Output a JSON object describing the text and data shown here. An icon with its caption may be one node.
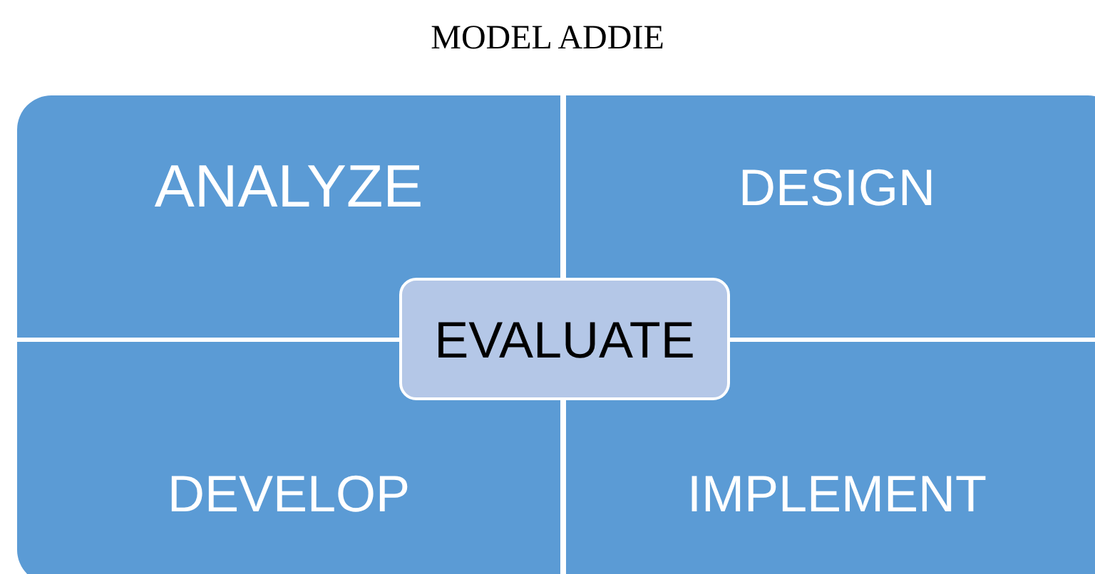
{
  "diagram": {
    "title": "MODEL ADDIE",
    "nodes": [
      {
        "text": [
          "ANALYZE"
        ]
      },
      {
        "text": [
          "DESIGN"
        ]
      },
      {
        "text": [
          "DEVELOP"
        ]
      },
      {
        "text": [
          "IMPLEMENT"
        ]
      },
      {
        "text": [
          "EVALUATE"
        ]
      }
    ],
    "edges": []
  }
}
